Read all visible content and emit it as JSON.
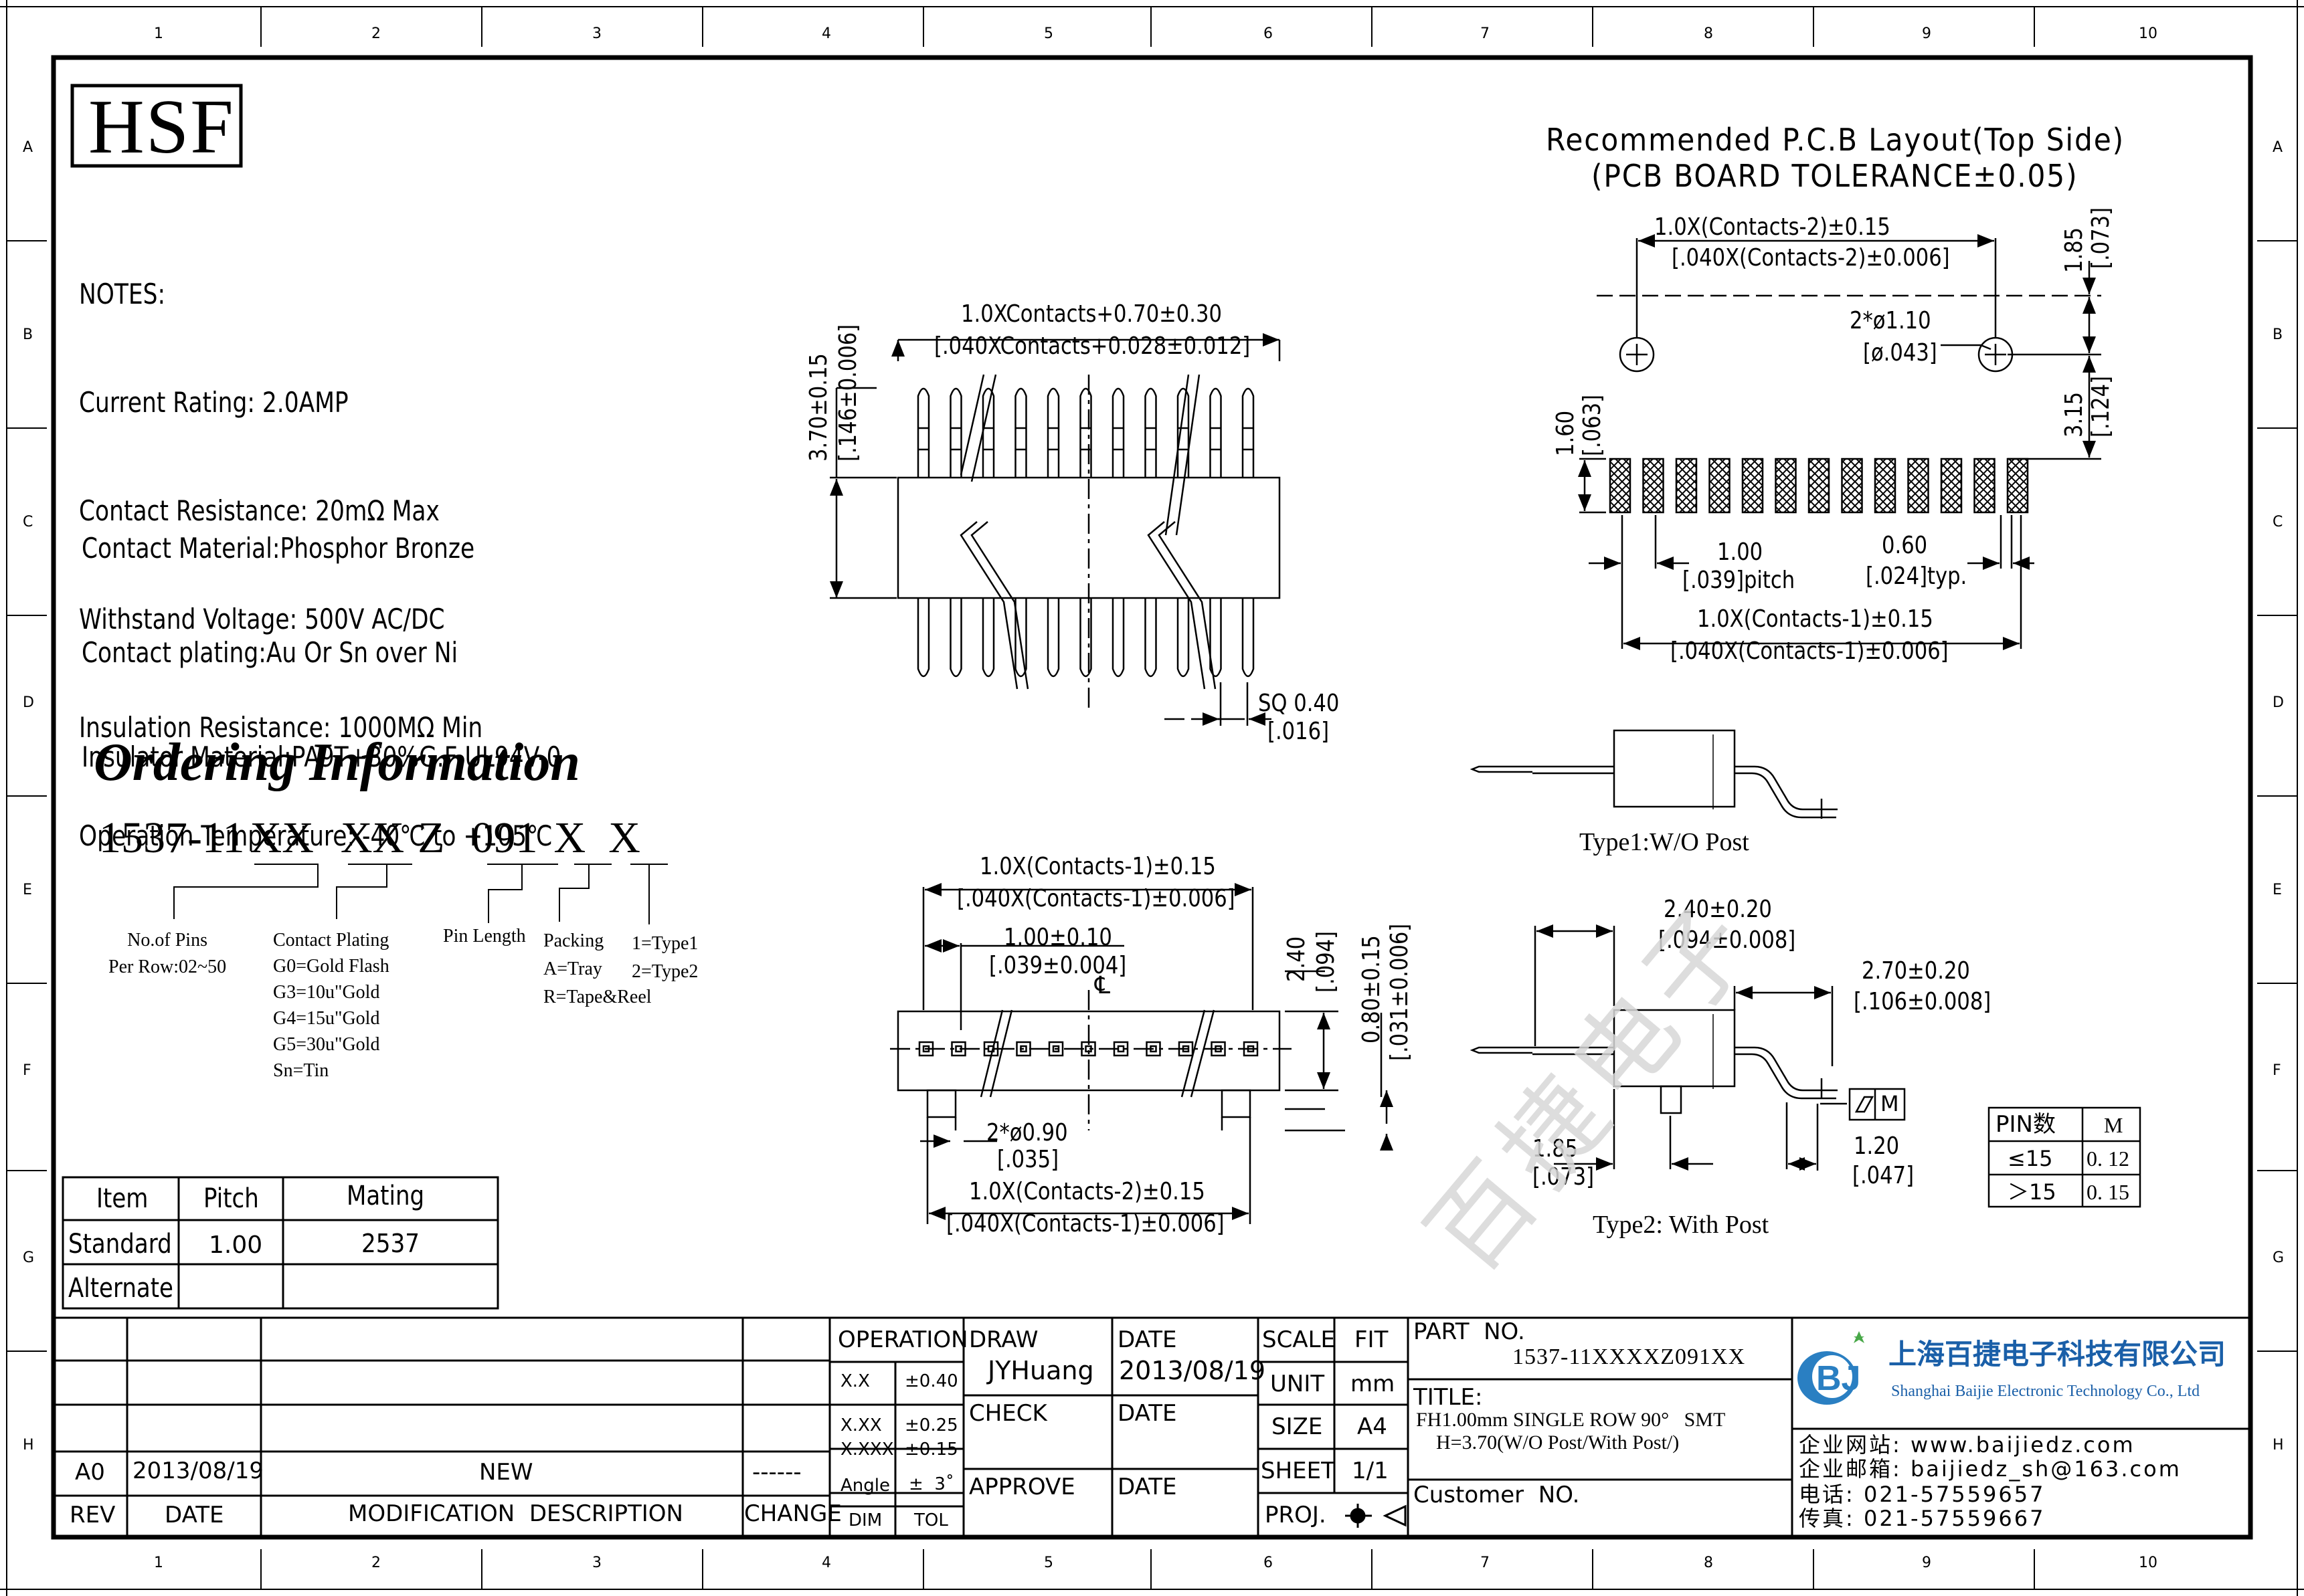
{
  "frame": {
    "col_numbers": [
      "1",
      "2",
      "3",
      "4",
      "5",
      "6",
      "7",
      "8",
      "9",
      "10"
    ],
    "row_letters": [
      "A",
      "B",
      "C",
      "D",
      "E",
      "F",
      "G",
      "H"
    ]
  },
  "logo": "HSF",
  "notes": [
    "NOTES:",
    "Current Rating: 2.0AMP",
    "Contact Resistance: 20mΩ Max",
    "Withstand Voltage: 500V AC/DC",
    "Insulation Resistance: 1000MΩ Min",
    "Operation Temperature: -40℃ to +105℃"
  ],
  "materials": [
    "Contact Material:Phosphor Bronze",
    "Contact plating:Au Or Sn over Ni",
    "Insulator Material:PA9T+30%G.F UL94V-0"
  ],
  "ordering": {
    "title": "Ordering Information",
    "code": {
      "prefix": "1537-11",
      "p1": "XX",
      "p2": "XX",
      "z": "Z",
      "p3": "091",
      "p4": "X",
      "p5": "X"
    },
    "pins": [
      "No.of Pins",
      "Per Row:02~50"
    ],
    "plating": [
      "Contact Plating",
      "G0=Gold Flash",
      "G3=10u\"Gold",
      "G4=15u\"Gold",
      "G5=30u\"Gold",
      "Sn=Tin"
    ],
    "pin_length": "Pin Length",
    "packing": [
      "Packing",
      "A=Tray",
      "R=Tape&Reel"
    ],
    "type": [
      "1=Type1",
      "2=Type2"
    ]
  },
  "mating_table": {
    "headers": [
      "Item",
      "Pitch",
      "Mating"
    ],
    "rows": [
      [
        "Standard",
        "1.00",
        "2537"
      ],
      [
        "Alternate",
        "",
        ""
      ]
    ]
  },
  "front_view": {
    "w1": "1.0XContacts+0.70±0.30",
    "w2": "[.040XContacts+0.028±0.012]",
    "h1": "3.70±0.15",
    "h2": "[.146±0.006]",
    "sq1": "SQ 0.40",
    "sq2": "[.016]"
  },
  "top_view": {
    "w1": "1.0X(Contacts-1)±0.15",
    "w2": "[.040X(Contacts-1)±0.006]",
    "p1": "1.00±0.10",
    "p2": "[.039±0.004]",
    "cl": "℄",
    "h1": "2.40",
    "h2": "[.094]",
    "h3": "0.80±0.15",
    "h4": "[.031±0.006]",
    "d1": "2*ø0.90",
    "d2": "[.035]",
    "b1": "1.0X(Contacts-2)±0.15",
    "b2": "[.040X(Contacts-1)±0.006]"
  },
  "pcb": {
    "title1": "Recommended P.C.B Layout(Top Side)",
    "title2": "(PCB BOARD TOLERANCE±0.05)",
    "t1": "1.0X(Contacts-2)±0.15",
    "t2": "[.040X(Contacts-2)±0.006]",
    "r1": "1.85",
    "r2": "[.073]",
    "hole1": "2*ø1.10",
    "hole2": "[ø.043]",
    "l1": "1.60",
    "l2": "[.063]",
    "r3": "3.15",
    "r4": "[.124]",
    "pitch1": "1.00",
    "pitch2": "[.039]pitch",
    "pad1": "0.60",
    "pad2": "[.024]typ.",
    "b1": "1.0X(Contacts-1)±0.15",
    "b2": "[.040X(Contacts-1)±0.006]"
  },
  "type1": {
    "label": "Type1:W/O Post"
  },
  "type2": {
    "label": "Type2: With Post",
    "d1": "2.40±0.20",
    "d2": "[.094±0.008]",
    "d3": "2.70±0.20",
    "d4": "[.106±0.008]",
    "d5": "1.85",
    "d6": "[.073]",
    "d7": "1.20",
    "d8": "[.047]",
    "fcf": "M"
  },
  "pin_table": {
    "headers": [
      "PIN数",
      "M"
    ],
    "rows": [
      [
        "≤15",
        "0. 12"
      ],
      [
        "＞15",
        "0. 15"
      ]
    ]
  },
  "watermark": "百捷电子",
  "title_block": {
    "rev_headers": [
      "REV",
      "DATE",
      "MODIFICATION  DESCRIPTION",
      "CHANGE"
    ],
    "rev_row": [
      "A0",
      "2013/08/19",
      "NEW",
      "------"
    ],
    "operation": "OPERATION",
    "tol": [
      [
        "X.X",
        "±0.40"
      ],
      [
        "X.XX",
        "±0.25"
      ],
      [
        "X.XXX",
        "±0.15"
      ],
      [
        "Angle",
        "±  3˚"
      ],
      [
        "DIM",
        "TOL"
      ]
    ],
    "draw": "DRAW",
    "drawer": "JYHuang",
    "date": "DATE",
    "draw_date": "2013/08/19",
    "check": "CHECK",
    "approve": "APPROVE",
    "scale": "SCALE",
    "scale_val": "FIT",
    "unit": "UNIT",
    "unit_val": "mm",
    "size": "SIZE",
    "size_val": "A4",
    "sheet": "SHEET",
    "sheet_val": "1/1",
    "proj": "PROJ.",
    "part_no_label": "PART  NO.",
    "part_no": "1537-11XXXXZ091XX",
    "title_label": "TITLE:",
    "title1": "FH1.00mm SINGLE ROW 90°   SMT",
    "title2": "H=3.70(W/O Post/With Post/)",
    "customer": "Customer  NO.",
    "company_cn": "上海百捷电子科技有限公司",
    "company_en": "Shanghai Baijie Electronic Technology Co., Ltd",
    "web": "企业网站: www.baijiedz.com",
    "mail": "企业邮箱: baijiedz_sh@163.com",
    "tel": "电话: 021-57559657",
    "fax": "传真: 021-57559667"
  }
}
